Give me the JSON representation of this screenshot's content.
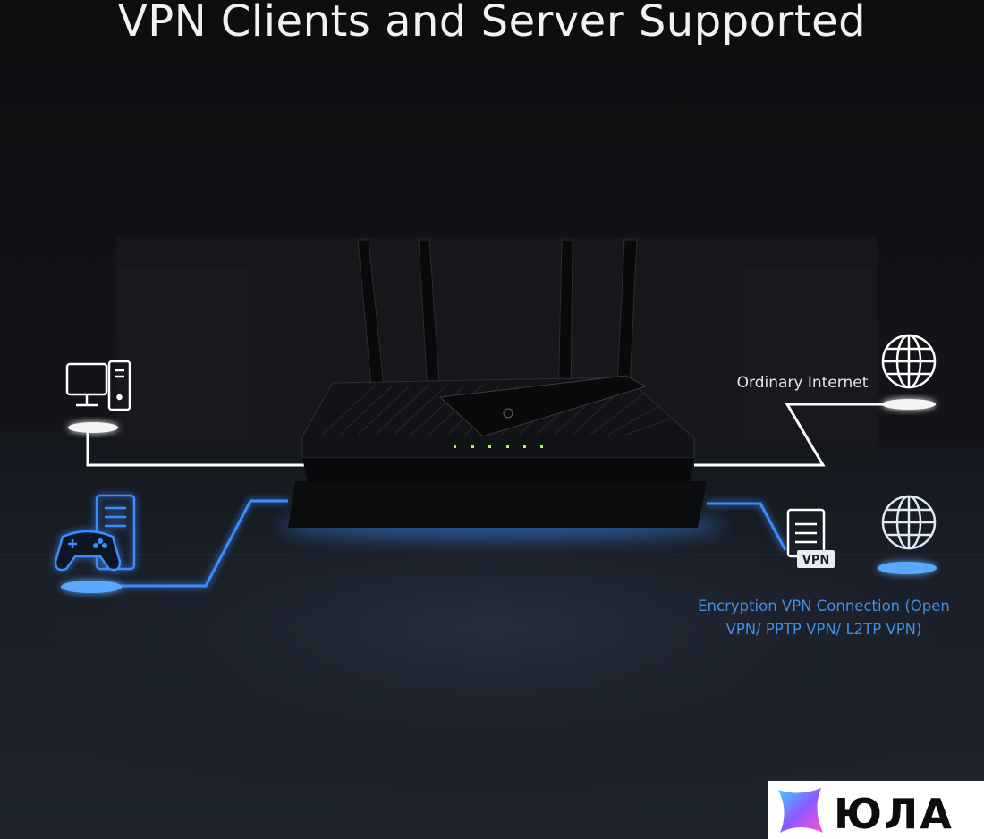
{
  "title": "VPN Clients and Server Supported",
  "labels": {
    "ordinary_internet": "Ordinary Internet",
    "vpn_badge": "VPN",
    "encryption_line1": "Encryption VPN Connection (Open",
    "encryption_line2": "VPN/ PPTP VPN/ L2TP VPN)"
  },
  "logo": {
    "text": "ЮЛА"
  },
  "icons": [
    "desktop-computer-icon",
    "game-console-icon",
    "globe-icon",
    "vpn-server-icon",
    "router-icon"
  ],
  "colors": {
    "background": "#0e0f12",
    "vpn_path": "#3b8cff",
    "normal_path": "#ffffff",
    "title": "#f2f2f2",
    "encryption_text": "#3f8fe6"
  }
}
